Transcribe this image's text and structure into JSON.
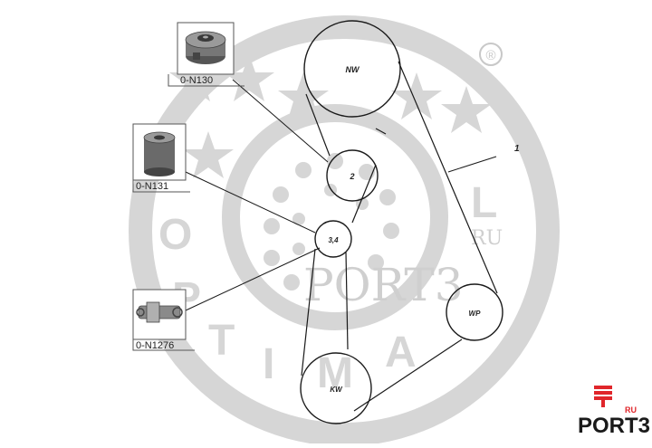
{
  "registered_mark": "®",
  "watermark": {
    "brand_letters": [
      "O",
      "P",
      "T",
      "I",
      "M",
      "A",
      "L"
    ],
    "site_text": "PORT3",
    "site_suffix": "RU"
  },
  "pulleys": {
    "nw": "NW",
    "idler": "2",
    "tensioner": "3,4",
    "wp": "WP",
    "kw": "KW"
  },
  "belt_label": "1",
  "parts": [
    {
      "code": "0-N130"
    },
    {
      "code": "0-N131"
    },
    {
      "code": "0-N1276"
    }
  ],
  "logo": {
    "text": "PORT3",
    "suffix": "RU"
  },
  "colors": {
    "line": "#1a1a1a",
    "watermark": "#d6d6d6",
    "logo_text": "#1a1a1a",
    "logo_accent": "#e0262b"
  }
}
